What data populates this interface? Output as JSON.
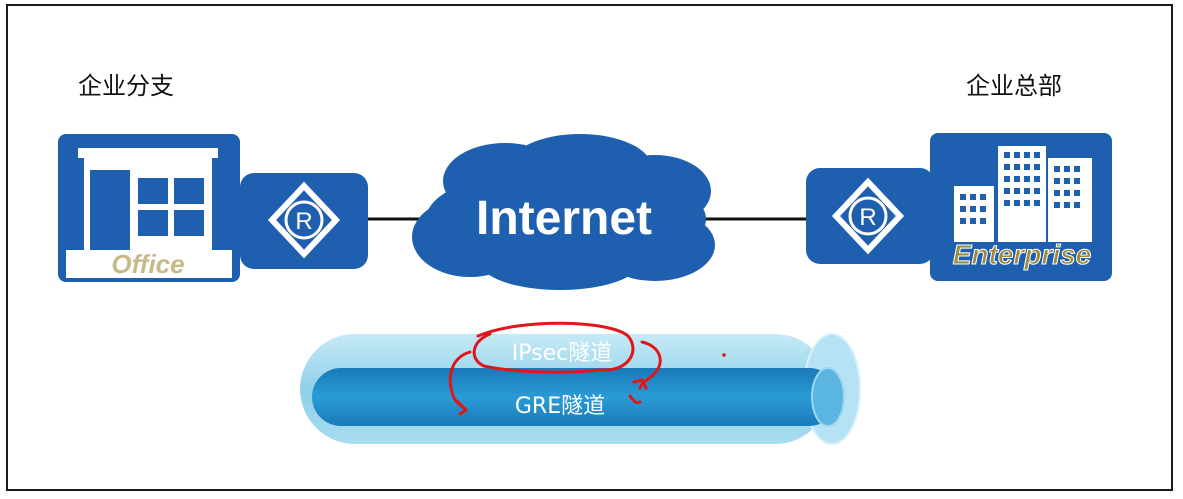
{
  "labels": {
    "branch": "企业分支",
    "headquarters": "企业总部",
    "office": "Office",
    "enterprise": "Enterprise",
    "router": "R",
    "internet": "Internet",
    "ipsec_tunnel": "IPsec隧道",
    "gre_tunnel": "GRE隧道"
  },
  "colors": {
    "device_blue": "#1f5fb0",
    "tunnel_outer": "#9ad4ea",
    "tunnel_inner": "#1e8cc7",
    "annotation": "#e0161a",
    "office_label": "#c8b98a",
    "enterprise_label": "#9c8a3a"
  }
}
